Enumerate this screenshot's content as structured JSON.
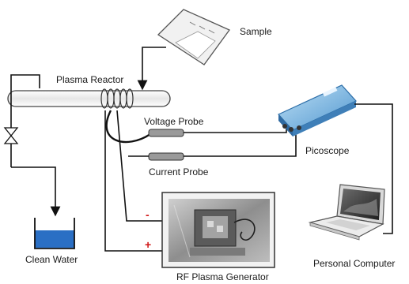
{
  "labels": {
    "sample": "Sample",
    "plasma_reactor": "Plasma Reactor",
    "voltage_probe": "Voltage Probe",
    "current_probe": "Current Probe",
    "picoscope": "Picoscope",
    "clean_water": "Clean Water",
    "rf_plasma_generator": "RF Plasma Generator",
    "personal_computer": "Personal Computer",
    "minus_sign": "-",
    "plus_sign": "+"
  },
  "colors": {
    "wire": "#111111",
    "water": "#2a6fc4",
    "picoscope_body": "#7fb8e0",
    "polarity": "#d01818"
  },
  "icons": [
    "beaker-icon",
    "valve-icon",
    "picoscope-device-icon",
    "laptop-icon",
    "plasma-generator-photo"
  ]
}
